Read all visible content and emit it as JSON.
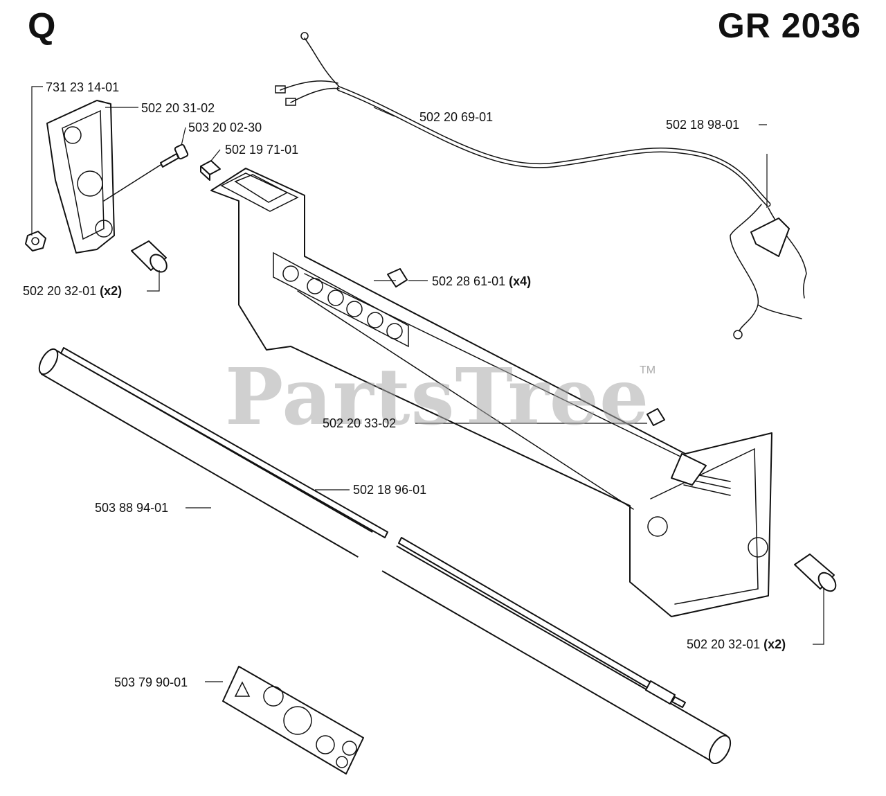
{
  "header": {
    "section_letter": "Q",
    "model": "GR 2036"
  },
  "watermark": {
    "text": "PartsTree",
    "trademark": "TM"
  },
  "parts": [
    {
      "id": "p1",
      "number": "731 23 14-01",
      "qty": ""
    },
    {
      "id": "p2",
      "number": "502 20 31-02",
      "qty": ""
    },
    {
      "id": "p3",
      "number": "503 20 02-30",
      "qty": ""
    },
    {
      "id": "p4",
      "number": "502 19 71-01",
      "qty": ""
    },
    {
      "id": "p5",
      "number": "502 20 69-01",
      "qty": ""
    },
    {
      "id": "p6",
      "number": "502 18 98-01",
      "qty": ""
    },
    {
      "id": "p7",
      "number": "502 20 32-01",
      "qty": "(x2)"
    },
    {
      "id": "p8",
      "number": "502 28 61-01",
      "qty": "(x4)"
    },
    {
      "id": "p9",
      "number": "502 20 33-02",
      "qty": ""
    },
    {
      "id": "p10",
      "number": "502 18 96-01",
      "qty": ""
    },
    {
      "id": "p11",
      "number": "503 88 94-01",
      "qty": ""
    },
    {
      "id": "p12",
      "number": "502 20 32-01",
      "qty": "(x2)"
    },
    {
      "id": "p13",
      "number": "503 79 90-01",
      "qty": ""
    }
  ]
}
